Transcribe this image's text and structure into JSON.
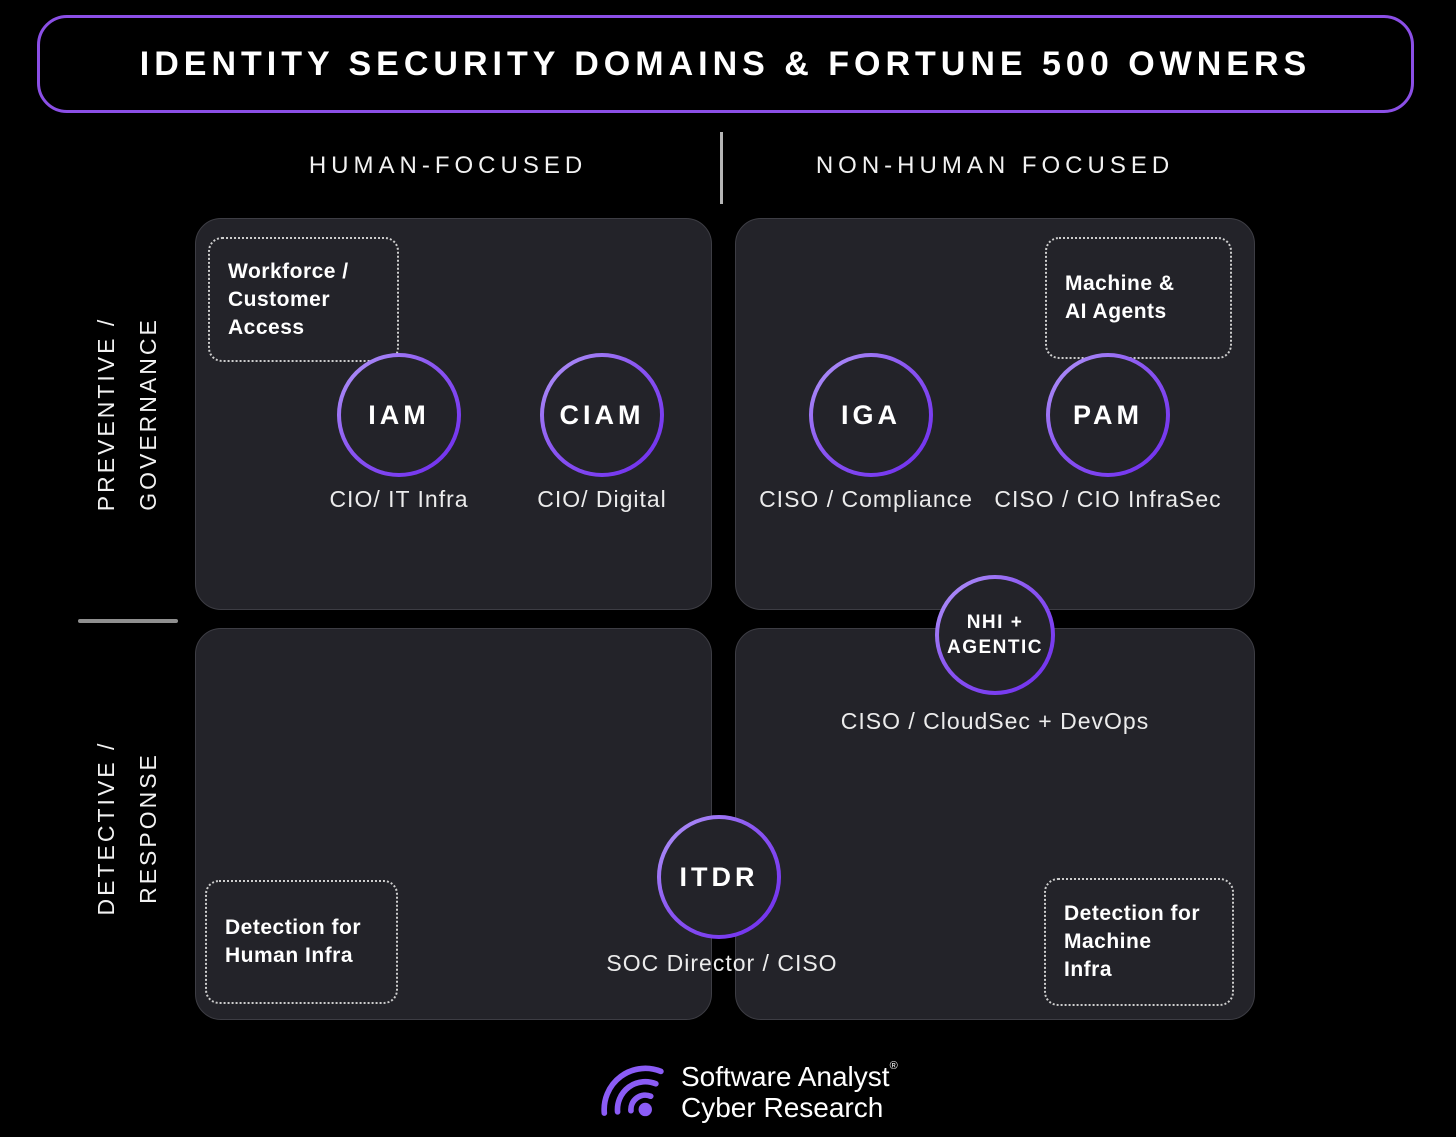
{
  "colors": {
    "background": "#000000",
    "panel_fill": "#232329",
    "panel_border": "#3d3d44",
    "accent_purple_light": "#b49cf8",
    "accent_purple": "#8b5cf6",
    "accent_purple_deep": "#6d2bee",
    "title_border": "#8b4fe6",
    "dotted_border": "#cdcdcd",
    "divider_gray": "#b5b5b5",
    "text_primary": "#ffffff",
    "text_secondary": "#ececec"
  },
  "title": "IDENTITY SECURITY DOMAINS & FORTUNE 500 OWNERS",
  "axes": {
    "column_left": "HUMAN-FOCUSED",
    "column_right": "NON-HUMAN FOCUSED",
    "row_top": "PREVENTIVE /\nGOVERNANCE",
    "row_bottom": "DETECTIVE /\nRESPONSE"
  },
  "quadrant_notes": {
    "workforce_customer": "Workforce /\nCustomer\nAccess",
    "machine_ai": "Machine &\nAI Agents",
    "detection_human": "Detection for\nHuman Infra",
    "detection_machine": "Detection for\nMachine\nInfra"
  },
  "domains": {
    "iam": {
      "label": "IAM",
      "owner": "CIO/ IT Infra"
    },
    "ciam": {
      "label": "CIAM",
      "owner": "CIO/ Digital"
    },
    "iga": {
      "label": "IGA",
      "owner": "CISO / Compliance"
    },
    "pam": {
      "label": "PAM",
      "owner": "CISO / CIO InfraSec"
    },
    "nhi_agentic": {
      "label": "NHI +\nAGENTIC",
      "owner": "CISO / CloudSec + DevOps"
    },
    "itdr": {
      "label": "ITDR",
      "owner": "SOC Director / CISO"
    }
  },
  "footer": {
    "brand_line1": "Software Analyst",
    "brand_mark": "®",
    "brand_line2": "Cyber Research",
    "logo_icon": "wifi-signal-icon"
  }
}
